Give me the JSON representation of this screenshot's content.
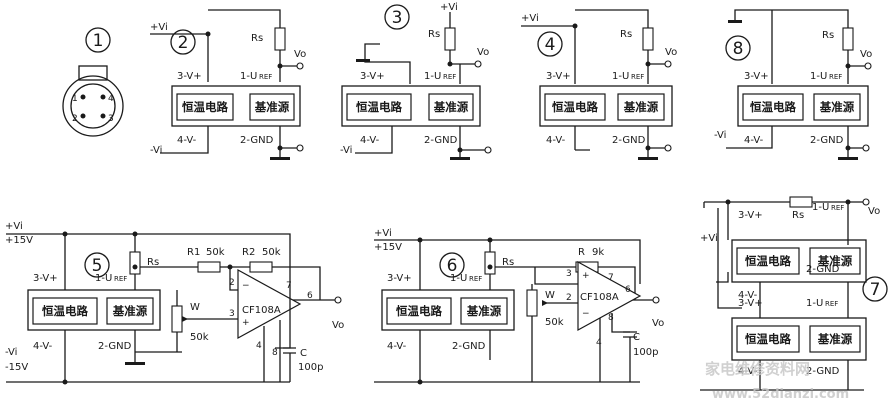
{
  "labels": {
    "vi_pos": "+Vi",
    "vi_neg": "-Vi",
    "vo": "Vo",
    "rs": "Rs",
    "pin3": "3-V+",
    "pin4": "4-V-",
    "pin1": "1-U",
    "ref_sub": "REF",
    "pin2": "2-GND",
    "block_heater": "恒温电路",
    "block_reference": "基准源",
    "plus15": "+15V",
    "minus15": "-15V",
    "r1": "R1",
    "r1_val": "50k",
    "r2": "R2",
    "r2_val": "50k",
    "r_single": "R",
    "r_single_val": "9k",
    "pot": "W",
    "pot_val": "50k",
    "opamp": "CF108A",
    "cap": "C",
    "cap_val": "100p"
  },
  "figure_numbers": [
    "1",
    "2",
    "3",
    "4",
    "8",
    "5",
    "6",
    "7"
  ],
  "pinout_numbers": [
    "1",
    "4",
    "2",
    "3"
  ],
  "opamp_pins": [
    "2",
    "3",
    "7",
    "6",
    "4",
    "8"
  ],
  "watermark": {
    "line1": "家电维修资料网",
    "line2": "www.52dianzi.com"
  }
}
